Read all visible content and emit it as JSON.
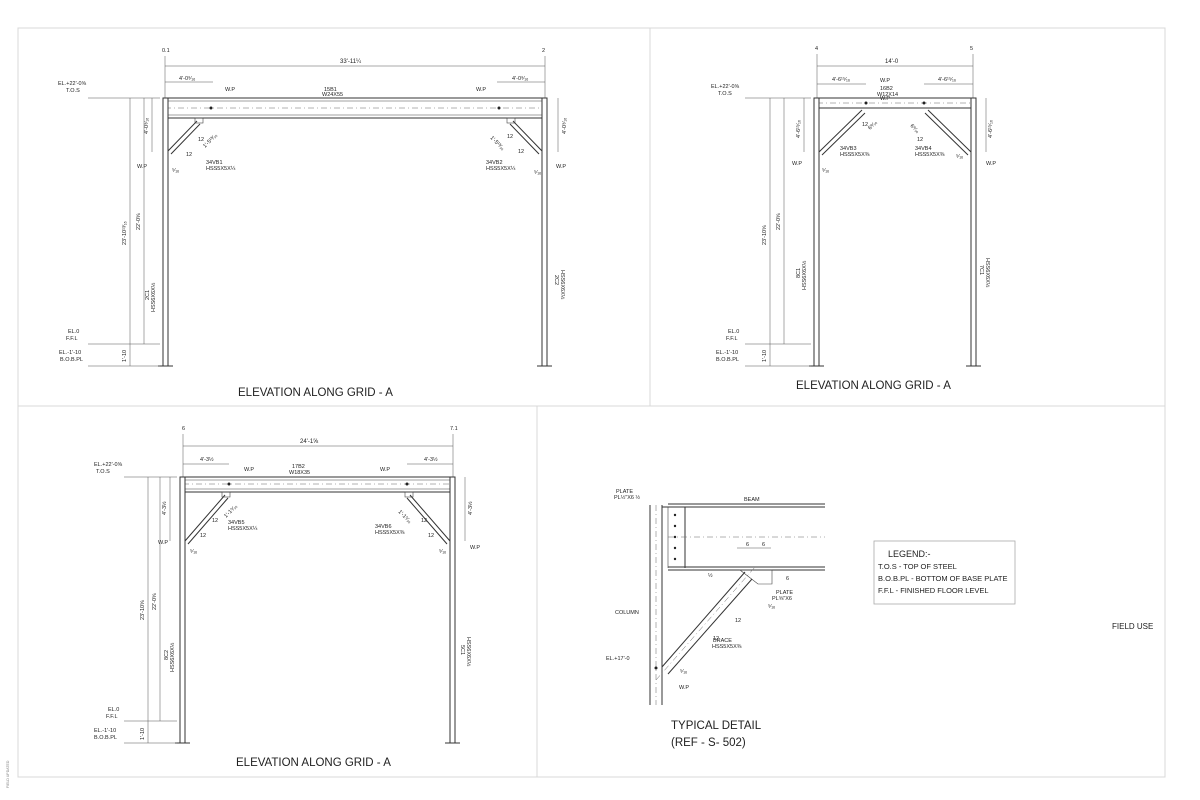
{
  "panels": {
    "p1": {
      "title": "ELEVATION ALONG GRID - A",
      "grid_left": "0.1",
      "grid_right": "2",
      "span": "33'-11¼",
      "el_top": "EL.+22'-0⅝",
      "tos": "T.O.S",
      "el_ffl": "EL.0",
      "ffl": "F.F.L",
      "el_bobpl": "EL.-1'-10",
      "bobpl": "B.O.B.PL",
      "dim_left_kne": "4'-0⁹⁄₁₆",
      "dim_right_kne": "4'-0⁹⁄₁₆",
      "wp_top_left": "W.P",
      "wp_top_right": "W.P",
      "beam_mark": "15B1",
      "beam_size": "W24X55",
      "vert_left": "4'-0⁹⁄₁₆",
      "vert_right": "4'-0⁹⁄₁₆",
      "wp_left": "W.P",
      "wp_right": "W.P",
      "brace_l_mark": "34VB1",
      "brace_l_size": "HSS5X5X¼",
      "brace_r_mark": "34VB2",
      "brace_r_size": "HSS5X5X¼",
      "slope_l": "12",
      "slope_l2": "12",
      "slope_l_len": "1'-5¹³⁄₁₆",
      "slope_r": "12",
      "slope_r2": "12",
      "slope_r_len": "1'-5¹³⁄₁₆",
      "weld_l": "⁵⁄₁₆",
      "weld_r": "⁵⁄₁₆",
      "h_total": "23'-10¹³⁄₁₆",
      "h_upper": "22'-0⅝",
      "h_lower": "1'-10",
      "col_left_mark": "2C1",
      "col_left_size": "HSS6X6X½",
      "col_right_mark": "2C2",
      "col_right_size": "HSS6X6X½"
    },
    "p2": {
      "title": "ELEVATION ALONG GRID - A",
      "grid_left": "4",
      "grid_right": "5",
      "span": "14'-0",
      "el_top": "EL.+22'-0⅝",
      "tos": "T.O.S",
      "el_ffl": "EL.0",
      "ffl": "F.F.L",
      "el_bobpl": "EL.-1'-10",
      "bobpl": "B.O.B.PL",
      "dim_left_kne": "4'-6¹⁵⁄₁₆",
      "dim_right_kne": "4'-6¹⁵⁄₁₆",
      "wp_top_left": "W.P",
      "wp_top_right": "W.P",
      "beam_mark": "16B2",
      "beam_size": "W12X14",
      "vert_left": "4'-6¹⁵⁄₁₆",
      "vert_right": "4'-6¹⁵⁄₁₆",
      "wp_left": "W.P",
      "wp_right": "W.P",
      "brace_l_mark": "34VB3",
      "brace_l_size": "HSS5X5X⅜",
      "brace_r_mark": "34VB4",
      "brace_r_size": "HSS5X5X⅜",
      "slope_l": "12",
      "slope_l_len": "6⁹⁄₁₆",
      "slope_r": "12",
      "slope_r_len": "6⁹⁄₁₆",
      "weld_l": "⁵⁄₁₆",
      "weld_r": "⁵⁄₁₆",
      "h_total": "23'-10⅝",
      "h_upper": "22'-0⅝",
      "h_lower": "1'-10",
      "col_left_mark": "8C1",
      "col_left_size": "HSS6X6X½",
      "col_right_mark": "7C1",
      "col_right_size": "HSS6X6X½"
    },
    "p3": {
      "title": "ELEVATION ALONG GRID - A",
      "grid_left": "6",
      "grid_right": "7.1",
      "span": "24'-1⅝",
      "el_top": "EL.+22'-0⅝",
      "tos": "T.O.S",
      "el_ffl": "EL.0",
      "ffl": "F.F.L",
      "el_bobpl": "EL.-1'-10",
      "bobpl": "B.O.B.PL",
      "dim_left_kne": "4'-3½",
      "dim_right_kne": "4'-3½",
      "wp_top_left": "W.P",
      "wp_top_right": "W.P",
      "beam_mark": "17B2",
      "beam_size": "W18X35",
      "vert_left": "4'-3½",
      "vert_right": "4'-3½",
      "wp_left": "W.P",
      "wp_right": "W.P",
      "brace_l_mark": "34VB5",
      "brace_l_size": "HSS5X5X¼",
      "brace_r_mark": "34VB6",
      "brace_r_size": "HSS5X5X⅜",
      "slope_l": "12",
      "slope_l2": "12",
      "slope_l_len": "1'-1⁵⁄₁₆",
      "slope_r": "12",
      "slope_r2": "12",
      "slope_r_len": "1'-1⁵⁄₁₆",
      "weld_l": "⁵⁄₁₆",
      "weld_r": "⁵⁄₁₆",
      "h_total": "23'-10⅝",
      "h_upper": "22'-0⅝",
      "h_lower": "1'-10",
      "col_left_mark": "8C2",
      "col_left_size": "HSS6X6X½",
      "col_right_mark": "5C1",
      "col_right_size": "HSS6X6X½"
    }
  },
  "detail": {
    "title": "TYPICAL DETAIL",
    "ref": "(REF - S- 502)",
    "plate_top_1": "PLATE",
    "plate_top_2": "PL½\"X6 ½",
    "beam": "BEAM",
    "column": "COLUMN",
    "el": "EL.+17'-0",
    "wp": "W.P",
    "dim_a": "6",
    "dim_b": "6",
    "dim_c": "6",
    "slope_a": "12",
    "slope_b": "12",
    "tick": "½",
    "plate_mid_1": "PLATE",
    "plate_mid_2": "PL⅝\"X6",
    "weld_a": "⁵⁄₁₆",
    "weld_b": "⁵⁄₁₆",
    "brace_1": "BRACE",
    "brace_2": "HSS5X5X⅜"
  },
  "legend": {
    "heading": "LEGEND:-",
    "items": [
      "T.O.S - TOP OF STEEL",
      "B.O.B.PL - BOTTOM OF BASE PLATE",
      "F.F.L - FINISHED FLOOR LEVEL"
    ]
  },
  "field_use": "FIELD USE",
  "margin_note": "FIELD UPDATED"
}
